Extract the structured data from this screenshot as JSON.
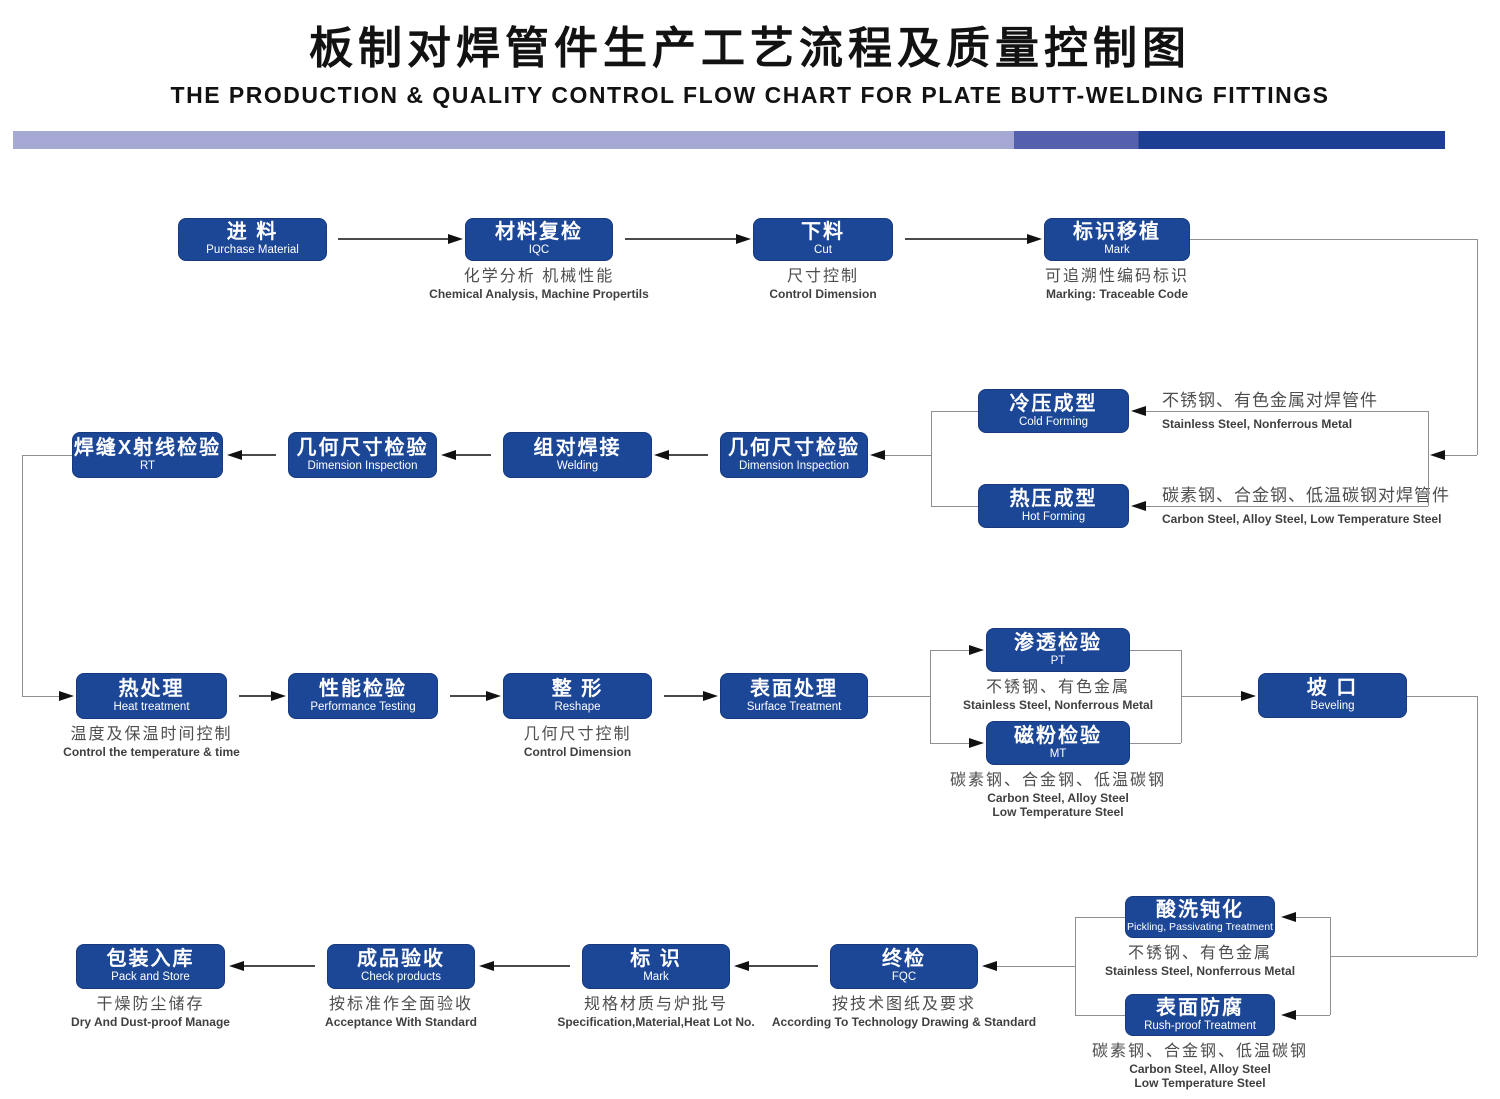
{
  "header": {
    "title_cn": "板制对焊管件生产工艺流程及质量控制图",
    "title_en": "THE PRODUCTION & QUALITY CONTROL FLOW CHART FOR PLATE BUTT-WELDING FITTINGS"
  },
  "colors": {
    "box_blue": "#1c4696",
    "bar_light": "#a7a9d5",
    "bar_mid": "#5661ae",
    "bar_dark": "#1c3f94"
  },
  "nodes": {
    "purchase": {
      "cn": "进 料",
      "en": "Purchase Material"
    },
    "iqc": {
      "cn": "材料复检",
      "en": "IQC",
      "caption_cn": "化学分析  机械性能",
      "caption_en": [
        "Chemical  Analysis,  Machine Propertils"
      ]
    },
    "cut": {
      "cn": "下料",
      "en": "Cut",
      "caption_cn": "尺寸控制",
      "caption_en": [
        "Control Dimension"
      ]
    },
    "mark1": {
      "cn": "标识移植",
      "en": "Mark",
      "caption_cn": "可追溯性编码标识",
      "caption_en": [
        "Marking:  Traceable  Code"
      ]
    },
    "cold": {
      "cn": "冷压成型",
      "en": "Cold Forming",
      "note_cn": "不锈钢、有色金属对焊管件",
      "note_en": "Stainless Steel, Nonferrous Metal"
    },
    "hot": {
      "cn": "热压成型",
      "en": "Hot Forming",
      "note_cn": "碳素钢、合金钢、低温碳钢对焊管件",
      "note_en": "Carbon Steel, Alloy Steel, Low Temperature Steel"
    },
    "dim2": {
      "cn": "几何尺寸检验",
      "en": "Dimension Inspection"
    },
    "welding": {
      "cn": "组对焊接",
      "en": "Welding"
    },
    "dim1": {
      "cn": "几何尺寸检验",
      "en": "Dimension Inspection"
    },
    "rt": {
      "cn": "焊缝X射线检验",
      "en": "RT"
    },
    "heat": {
      "cn": "热处理",
      "en": "Heat treatment",
      "caption_cn": "温度及保温时间控制",
      "caption_en": [
        "Control the  temperature  &  time"
      ]
    },
    "perf": {
      "cn": "性能检验",
      "en": "Performance Testing"
    },
    "reshape": {
      "cn": "整  形",
      "en": "Reshape",
      "caption_cn": "几何尺寸控制",
      "caption_en": [
        "Control Dimension"
      ]
    },
    "surface": {
      "cn": "表面处理",
      "en": "Surface  Treatment"
    },
    "pt": {
      "cn": "渗透检验",
      "en": "PT",
      "caption_cn": "不锈钢、有色金属",
      "caption_en": [
        "Stainless Steel, Nonferrous Metal"
      ]
    },
    "mt": {
      "cn": "磁粉检验",
      "en": "MT",
      "caption_cn": "碳素钢、合金钢、低温碳钢",
      "caption_en": [
        "Carbon Steel, Alloy Steel",
        "Low Temperature Steel"
      ]
    },
    "beveling": {
      "cn": "坡  口",
      "en": "Beveling"
    },
    "pickling": {
      "cn": "酸洗钝化",
      "en": "Pickling, Passivating  Treatment",
      "caption_cn": "不锈钢、有色金属",
      "caption_en": [
        "Stainless Steel, Nonferrous Metal"
      ]
    },
    "rustproof": {
      "cn": "表面防腐",
      "en": "Rush-proof Treatment",
      "caption_cn": "碳素钢、合金钢、低温碳钢",
      "caption_en": [
        "Carbon Steel, Alloy Steel",
        "Low Temperature Steel"
      ]
    },
    "fqc": {
      "cn": "终检",
      "en": "FQC",
      "caption_cn": "按技术图纸及要求",
      "caption_en": [
        "According To Technology Drawing &  Standard"
      ]
    },
    "mark2": {
      "cn": "标  识",
      "en": "Mark",
      "caption_cn": "规格材质与炉批号",
      "caption_en": [
        "Specification,Material,Heat Lot No."
      ]
    },
    "check": {
      "cn": "成品验收",
      "en": "Check products",
      "caption_cn": "按标准作全面验收",
      "caption_en": [
        "Acceptance  With  Standard"
      ]
    },
    "pack": {
      "cn": "包装入库",
      "en": "Pack and Store",
      "caption_cn": "干燥防尘储存",
      "caption_en": [
        "Dry  And Dust-proof  Manage"
      ]
    }
  }
}
